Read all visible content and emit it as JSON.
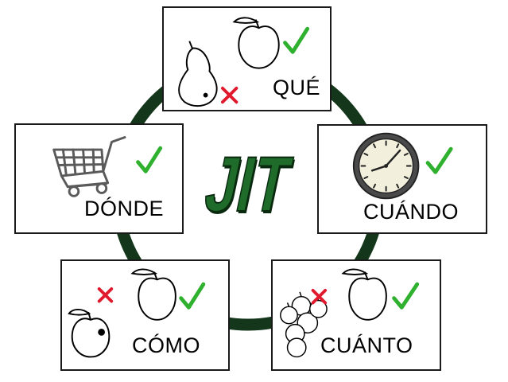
{
  "center": {
    "label": "JIT",
    "color": "#1e6b2a"
  },
  "ring": {
    "color": "#14361b"
  },
  "colors": {
    "check": "#2fb12f",
    "cross": "#e0192d",
    "stroke": "#000000"
  },
  "boxes": {
    "que": {
      "label": "QUÉ",
      "icons": [
        "pear-icon",
        "cross-icon",
        "apple-icon",
        "check-icon"
      ]
    },
    "donde": {
      "label": "DÓNDE",
      "icons": [
        "shopping-cart-icon",
        "check-icon"
      ]
    },
    "cuando": {
      "label": "CUÁNDO",
      "icons": [
        "wall-clock-icon",
        "check-icon"
      ]
    },
    "como": {
      "label": "CÓMO",
      "icons": [
        "bruised-apple-icon",
        "cross-icon",
        "apple-icon",
        "check-icon"
      ]
    },
    "cuanto": {
      "label": "CUÁNTO",
      "icons": [
        "apple-pile-icon",
        "cross-icon",
        "apple-icon",
        "check-icon"
      ]
    }
  }
}
